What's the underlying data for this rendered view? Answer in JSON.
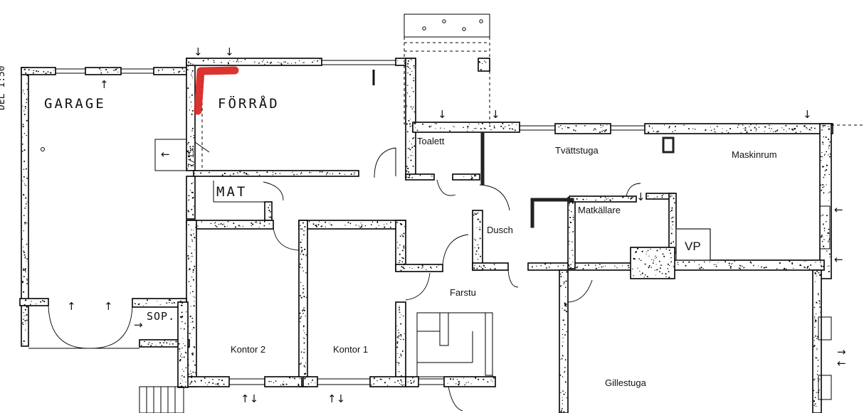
{
  "plan": {
    "rooms": {
      "garage": "GARAGE",
      "forrad": "FÖRRÅD",
      "mat": "MAT",
      "sop": "SOP.",
      "toalett": "Toalett",
      "tvattstuga": "Tvättstuga",
      "maskinrum": "Maskinrum",
      "dusch": "Dusch",
      "matkallare": "Matkällare",
      "vp": "VP",
      "farstu": "Farstu",
      "kontor2": "Kontor 2",
      "kontor1": "Kontor 1",
      "gillestuga": "Gillestuga"
    },
    "edge_text": "DEL 1:50",
    "annotations": {
      "door_width": "7/15"
    },
    "marks": {
      "red_color": "#d8231e",
      "heavy_wall_color": "#222222"
    }
  }
}
